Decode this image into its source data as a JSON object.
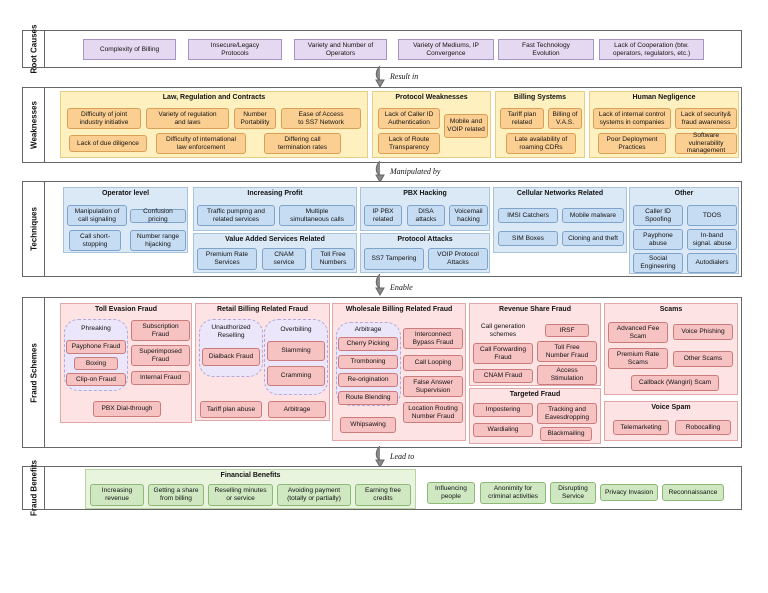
{
  "rows": {
    "root": "Root\nCauses",
    "weak": "Weaknesses",
    "tech": "Techniques",
    "fraud": "Fraud Schemes",
    "benefit": "Fraud\nBenefits"
  },
  "arrows": {
    "a1": "Result in",
    "a2": "Manipulated by",
    "a3": "Enable",
    "a4": "Lead to"
  },
  "root": [
    "Complexity of Billing",
    "Insecure/Legacy\nProtocols",
    "Variety and Number of\nOperators",
    "Variety of Mediums, IP\nConvergence",
    "Fast Technology\nEvolution",
    "Lack of Cooperation (btw.\noperators, regulators, etc.)"
  ],
  "weak": {
    "law_title": "Law, Regulation and Contracts",
    "law": [
      "Difficulty of joint\nindustry initiative",
      "Variety of regulation\nand laws",
      "Number\nPortability",
      "Ease of Access\nto SS7 Network",
      "Lack of due diligence",
      "Difficulty of international\nlaw enforcement",
      "Differing call\ntermination rates"
    ],
    "proto_title": "Protocol Weaknesses",
    "proto": [
      "Lack of Caller ID\nAuthentication",
      "Mobile and\nVOIP related",
      "Lack of Route\nTransparency"
    ],
    "bill_title": "Billing Systems",
    "bill": [
      "Tariff plan\nrelated",
      "Billing of\nV.A.S.",
      "Late availability of\nroaming CDRs"
    ],
    "human_title": "Human Negligence",
    "human": [
      "Lack of internal control\nsystems in companies",
      "Lack of security&\nfraud awareness",
      "Poor Deployment\nPractices",
      "Software vulnerability\nmanagement"
    ]
  },
  "tech": {
    "op_title": "Operator level",
    "op": [
      "Manipulation of\ncall signaling",
      "Confusion pricing",
      "Call short-\nstopping",
      "Number range\nhijacking"
    ],
    "profit_title": "Increasing Profit",
    "profit": [
      "Traffic pumping and\nrelated services",
      "Multiple\nsimultaneous calls"
    ],
    "vas_title": "Value Added Services Related",
    "vas": [
      "Premium Rate\nServices",
      "CNAM\nservice",
      "Toll Free\nNumbers"
    ],
    "pbx_title": "PBX Hacking",
    "pbx": [
      "IP PBX\nrelated",
      "DISA\nattacks",
      "Voicemail\nhacking"
    ],
    "pa_title": "Protocol Attacks",
    "pa": [
      "SS7 Tampering",
      "VOIP Protocol\nAttacks"
    ],
    "cell_title": "Cellular Networks Related",
    "cell": [
      "IMSI Catchers",
      "Mobile malware",
      "SIM Boxes",
      "Cloning and theft"
    ],
    "other_title": "Other",
    "other": [
      "Caller ID\nSpoofing",
      "TDOS",
      "Payphone\nabuse",
      "In-band\nsignal. abuse",
      "Social\nEngineering",
      "Autodialers"
    ]
  },
  "fraud": {
    "toll_title": "Toll Evasion Fraud",
    "toll": [
      "Phreaking",
      "Payphone Fraud",
      "Boxing",
      "Clip-on Fraud",
      "Subscription\nFraud",
      "Superimposed\nFraud",
      "Internal Fraud",
      "PBX Dial-through"
    ],
    "retail_title": "Retail Billing Related Fraud",
    "retail": [
      "Unauthorized\nReselling",
      "Dialback Fraud",
      "Overbilling",
      "Slamming",
      "Cramming",
      "Tariff plan abuse",
      "Arbitrage"
    ],
    "whole_title": "Wholesale Billing Related Fraud",
    "whole": [
      "Arbitrage",
      "Cherry Picking",
      "Tromboning",
      "Re-origination",
      "Route Blending",
      "Whipsawing",
      "Interconnect\nBypass Fraud",
      "Call Looping",
      "False Answer\nSupervision",
      "Location Routing\nNumber Fraud"
    ],
    "rev_title": "Revenue Share Fraud",
    "rev": [
      "Call generation\nschemes",
      "Call Forwarding\nFraud",
      "CNAM Fraud",
      "IRSF",
      "Toll Free\nNumber Fraud",
      "Access\nStimulation"
    ],
    "target_title": "Targeted Fraud",
    "target": [
      "Impostering",
      "Tracking and\nEavesdropping",
      "Wardialing",
      "Blackmailing"
    ],
    "scam_title": "Scams",
    "scam": [
      "Advanced Fee\nScam",
      "Voice Phishing",
      "Premium Rate\nScams",
      "Other Scams",
      "Callback (Wangiri) Scam"
    ],
    "spam_title": "Voice Spam",
    "spam": [
      "Telemarketing",
      "Robocalling"
    ]
  },
  "benefit": {
    "fin_title": "Financial Benefits",
    "fin": [
      "Increasing\nrevenue",
      "Getting a share\nfrom billing",
      "Reselling minutes\nor service",
      "Avoiding payment\n(totally or partially)",
      "Earning free\ncredits"
    ],
    "other": [
      "Influencing\npeople",
      "Anonimity for\ncriminal activities",
      "Disrupting\nService",
      "Privacy Invasion",
      "Reconnaissance"
    ]
  }
}
